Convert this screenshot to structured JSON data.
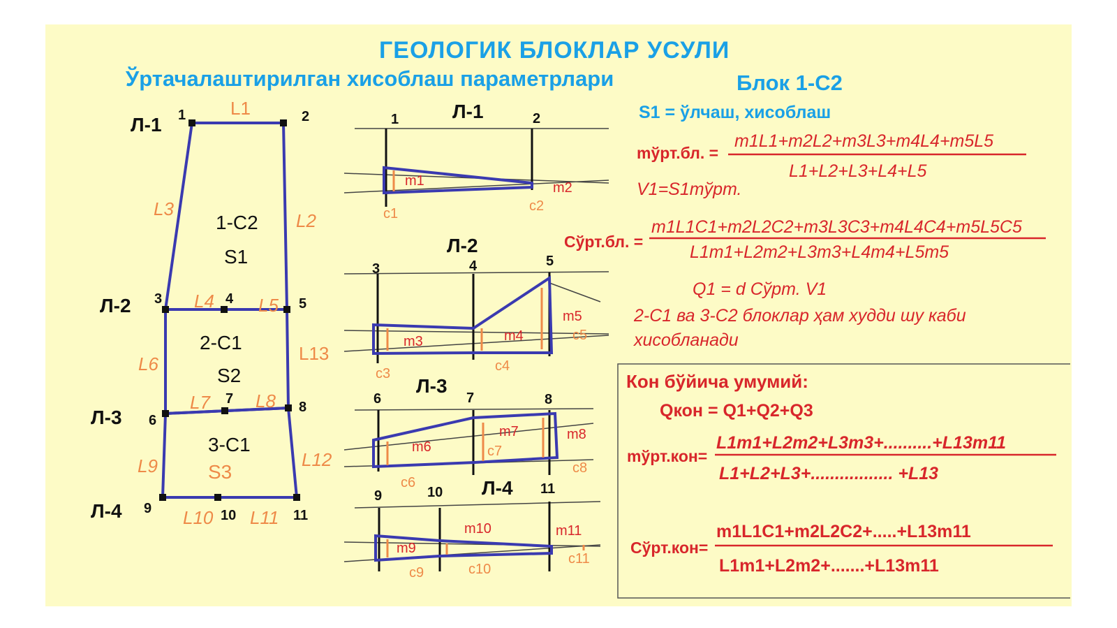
{
  "title": "ГЕОЛОГИК   БЛОКЛАР   УСУЛИ",
  "subtitle": "Ўртачалаштирилган хисоблаш параметрлари",
  "block_label": "Блок 1-С2",
  "plan": {
    "lines": [
      "Л-1",
      "Л-2",
      "Л-3",
      "Л-4"
    ],
    "points": [
      "1",
      "2",
      "3",
      "4",
      "5",
      "6",
      "7",
      "8",
      "9",
      "10",
      "11"
    ],
    "lengths": [
      "L1",
      "L2",
      "L3",
      "L4",
      "L5",
      "L6",
      "L7",
      "L8",
      "L9",
      "L10",
      "L11",
      "L12",
      "L13"
    ],
    "blocks": [
      {
        "name": "1-С2",
        "area": "S1"
      },
      {
        "name": "2-С1",
        "area": "S2"
      },
      {
        "name": "3-С1",
        "area": "S3"
      }
    ]
  },
  "sections": [
    {
      "line": "Л-1",
      "points": [
        "1",
        "2"
      ],
      "m": [
        "m1",
        "m2"
      ],
      "c": [
        "c1",
        "c2"
      ]
    },
    {
      "line": "Л-2",
      "points": [
        "3",
        "4",
        "5"
      ],
      "m": [
        "m3",
        "m4",
        "m5"
      ],
      "c": [
        "c3",
        "c4",
        "c5"
      ]
    },
    {
      "line": "Л-3",
      "points": [
        "6",
        "7",
        "8"
      ],
      "m": [
        "m6",
        "m7",
        "m8"
      ],
      "c": [
        "c6",
        "c7",
        "c8"
      ]
    },
    {
      "line": "Л-4",
      "points": [
        "9",
        "10",
        "11"
      ],
      "m": [
        "m9",
        "m10",
        "m11"
      ],
      "c": [
        "c9",
        "c10",
        "c11"
      ]
    }
  ],
  "formulas": {
    "s1": "S1 = ўлчаш, хисоблаш",
    "m_lhs": "mўрт.бл. =",
    "m_num": "m1L1+m2L2+m3L3+m4L4+m5L5",
    "m_den": "L1+L2+L3+L4+L5",
    "v1": "V1=S1mўрт.",
    "c_lhs": "Cўрт.бл. =",
    "c_num": "m1L1C1+m2L2C2+m3L3C3+m4L4C4+m5L5C5",
    "c_den": "L1m1+L2m2+L3m3+L4m4+L5m5",
    "q1": "Q1 = d Cўрт. V1",
    "note_line1": "2-С1 ва 3-С2 блоклар ҳам худди шу каби",
    "note_line2": "хисобланади"
  },
  "total": {
    "heading": "Кон бўйича умумий:",
    "q": "Qкон = Q1+Q2+Q3",
    "m_lhs": "mўрт.кон=",
    "m_num": "L1m1+L2m2+L3m3+..........+L13m11",
    "m_den": "L1+L2+L3+.................     +L13",
    "c_lhs": "Cўрт.кон=",
    "c_num": "m1L1C1+m2L2C2+.....+L13m11",
    "c_den": "L1m1+L2m2+.......+L13m11"
  },
  "colors": {
    "title": "#1aa0e6",
    "formula": "#d8262b",
    "outline": "#3a3ab0",
    "length": "#ee8a48",
    "background": "#fdfbc6"
  }
}
